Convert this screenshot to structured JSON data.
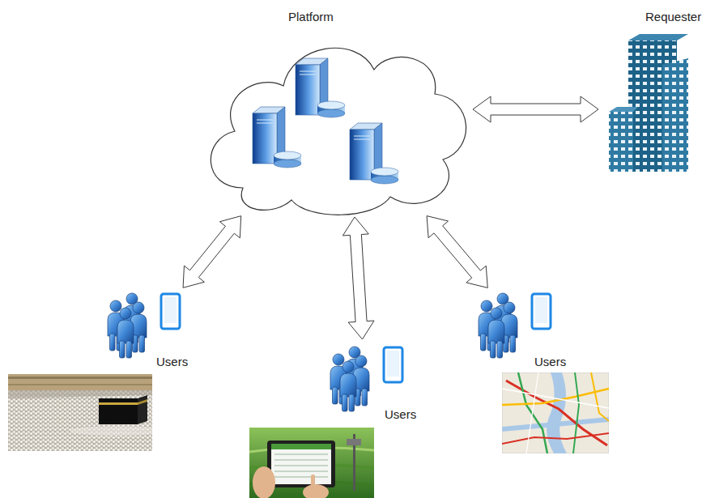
{
  "diagram": {
    "nodes": [
      {
        "text": [
          "Platform"
        ]
      },
      {
        "text": [
          "Requester"
        ]
      },
      {
        "text": [
          "Users"
        ]
      },
      {
        "text": [
          "Users"
        ]
      },
      {
        "text": [
          "Users"
        ]
      }
    ],
    "edges": [
      {
        "from": 0,
        "to": 1,
        "arrow": "both"
      },
      {
        "from": 0,
        "to": 2,
        "arrow": "both"
      },
      {
        "from": 0,
        "to": 3,
        "arrow": "both"
      },
      {
        "from": 0,
        "to": 4,
        "arrow": "both"
      }
    ]
  }
}
